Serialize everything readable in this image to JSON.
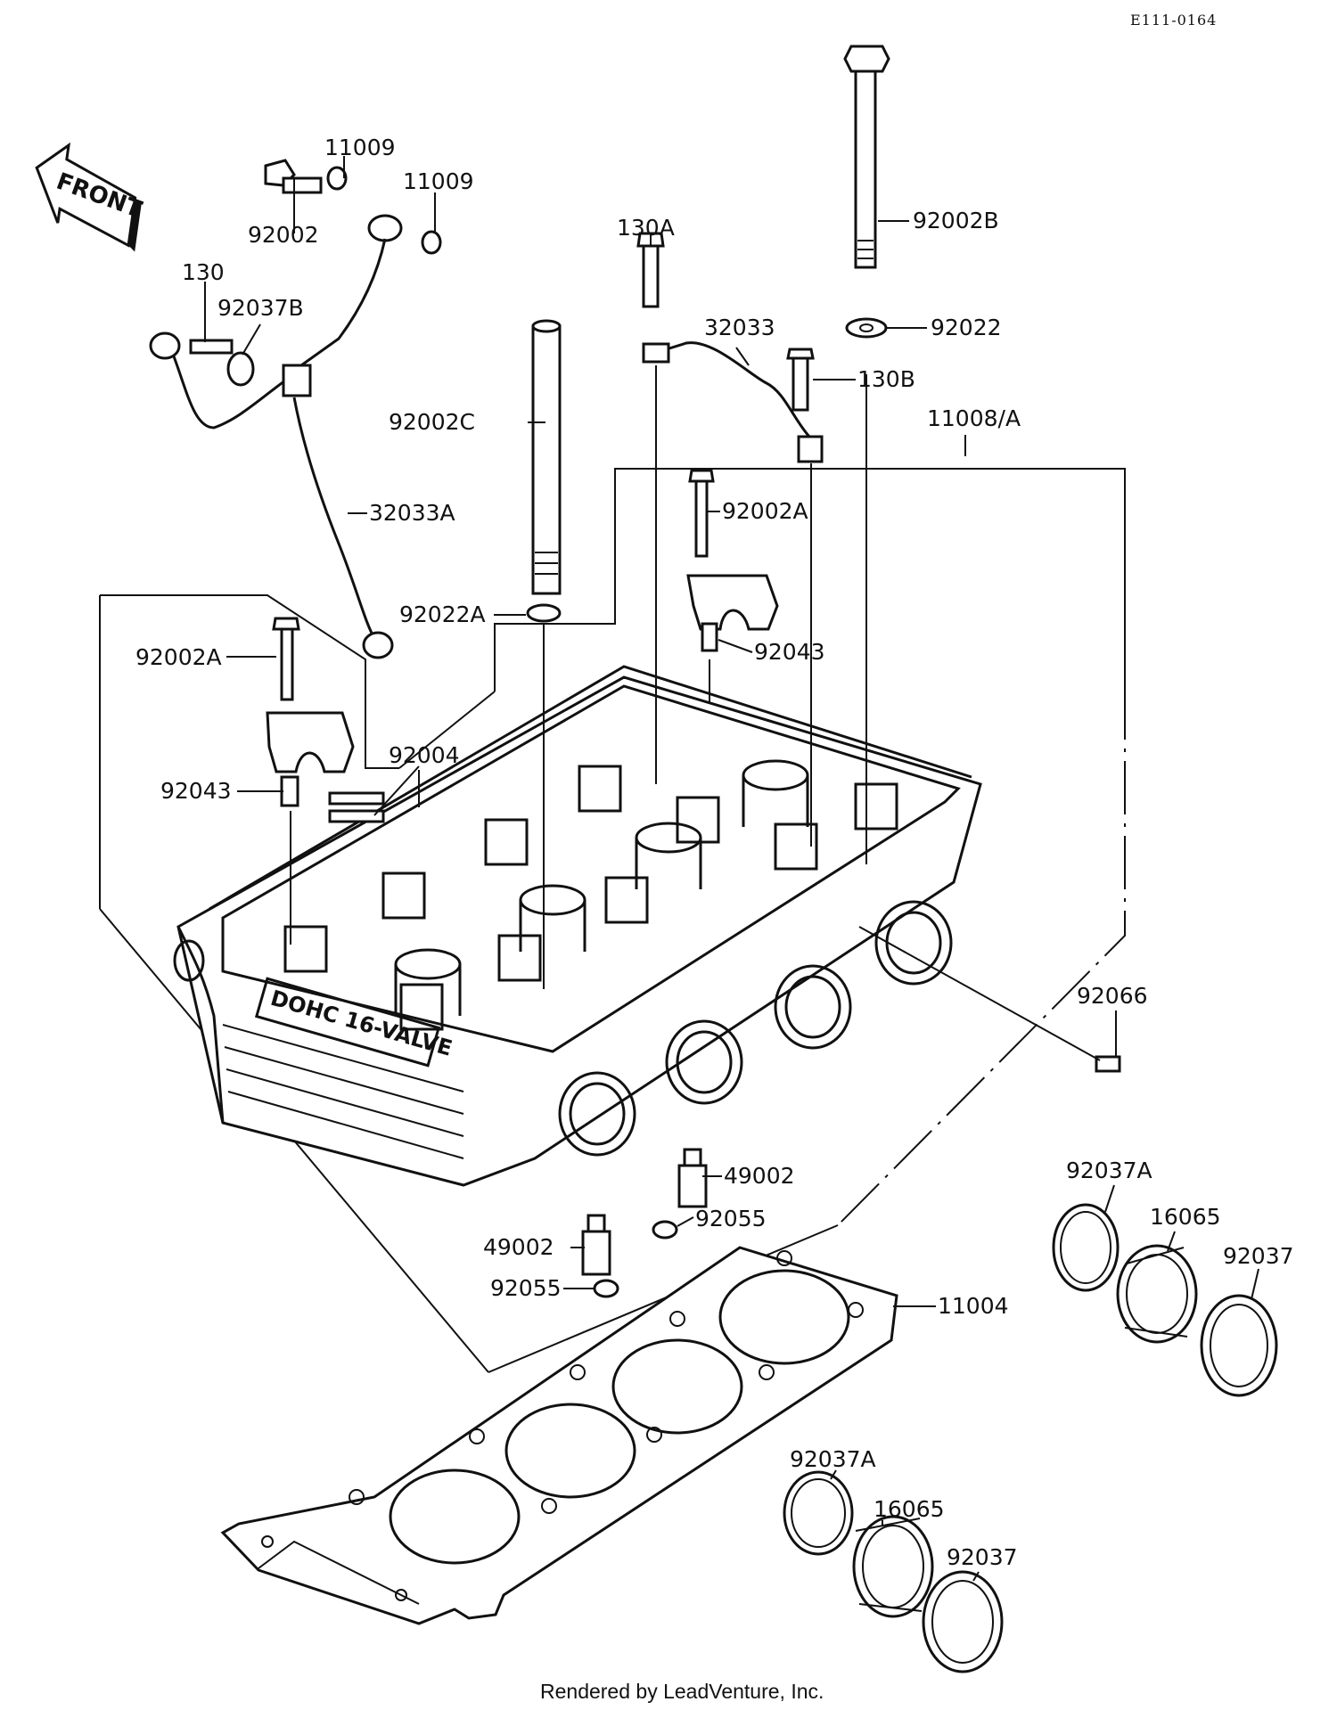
{
  "diagram_code": "E111-0164",
  "front_label": "FRONT",
  "head_marking": "DOHC 16-VALVE",
  "credit": "Rendered by LeadVenture, Inc.",
  "callouts": {
    "c11009_a": "11009",
    "c11009_b": "11009",
    "c92002": "92002",
    "c130": "130",
    "c92037B": "92037B",
    "c32033A": "32033A",
    "c130A": "130A",
    "c32033": "32033",
    "c92002B": "92002B",
    "c92022": "92022",
    "c130B": "130B",
    "c92002C": "92002C",
    "c11008A": "11008/A",
    "c92002A_r": "92002A",
    "c92022A": "92022A",
    "c92043_r": "92043",
    "c92002A_l": "92002A",
    "c92004": "92004",
    "c92043_l": "92043",
    "c92066": "92066",
    "c49002_r": "49002",
    "c92055_r": "92055",
    "c49002_l": "49002",
    "c92055_l": "92055",
    "c11004": "11004",
    "c92037A_1": "92037A",
    "c16065_1": "16065",
    "c92037_1": "92037",
    "c92037A_2": "92037A",
    "c16065_2": "16065",
    "c92037_2": "92037"
  }
}
